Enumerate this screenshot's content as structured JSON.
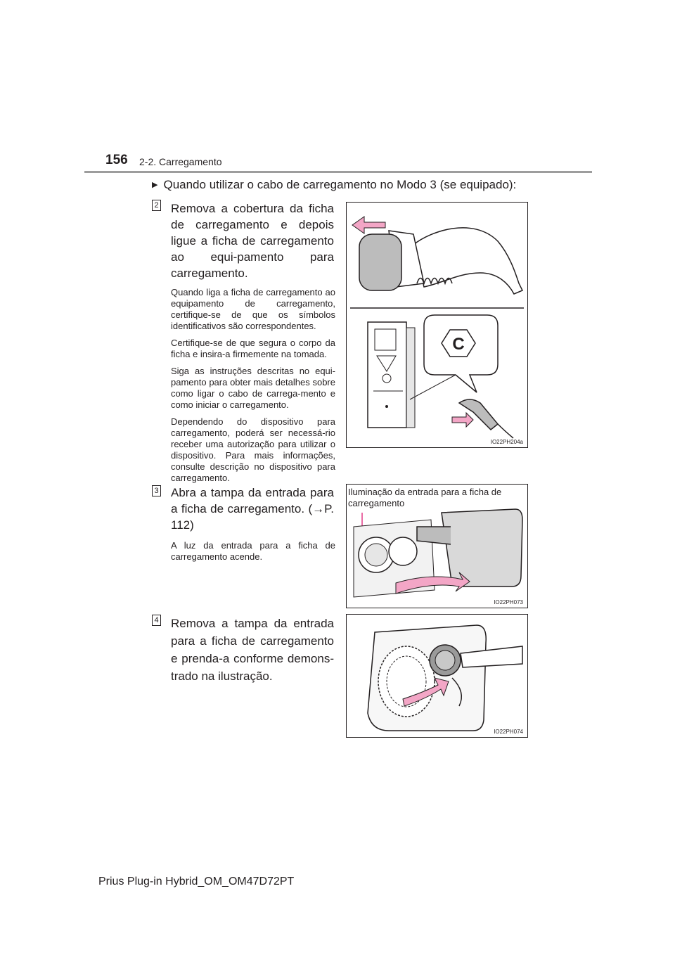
{
  "header": {
    "page_number": "156",
    "section": "2-2. Carregamento"
  },
  "condition": "Quando utilizar o cabo de carregamento no Modo 3 (se equipado):",
  "steps": [
    {
      "number": "2",
      "title": "Remova a cobertura da ficha de carregamento e depois ligue a ficha de carregamento ao equi-pamento para carregamento.",
      "notes": [
        "Quando liga a ficha de carregamento ao equipamento de carregamento, certifique-se de que os símbolos identificativos são correspondentes.",
        "Certifique-se de que segura o corpo da ficha e insira-a firmemente na tomada.",
        "Siga as instruções descritas no equi-pamento para obter mais detalhes sobre como ligar o cabo de carrega-mento e como iniciar o carregamento.",
        "Dependendo do dispositivo para carregamento, poderá ser necessá-rio receber uma autorização para utilizar o dispositivo. Para mais informações, consulte descrição no dispositivo para carregamento."
      ],
      "figure": {
        "code": "IO22PH204a",
        "symbol": "C"
      }
    },
    {
      "number": "3",
      "title": "Abra a tampa da entrada para a ficha de carregamento. (→P. 112)",
      "notes": [
        "A luz da entrada para a ficha de carregamento acende."
      ],
      "figure": {
        "code": "IO22PH073",
        "callout": "Iluminação da entrada para a ficha de carregamento"
      }
    },
    {
      "number": "4",
      "title": "Remova a tampa da entrada para a ficha de carregamento e prenda-a conforme demons-trado na ilustração.",
      "notes": [],
      "figure": {
        "code": "IO22PH074"
      }
    }
  ],
  "footer": "Prius Plug-in Hybrid_OM_OM47D72PT",
  "colors": {
    "arrow_pink": "#f3a6c6",
    "rule_gray": "#9d9d9d",
    "text": "#231f20"
  }
}
